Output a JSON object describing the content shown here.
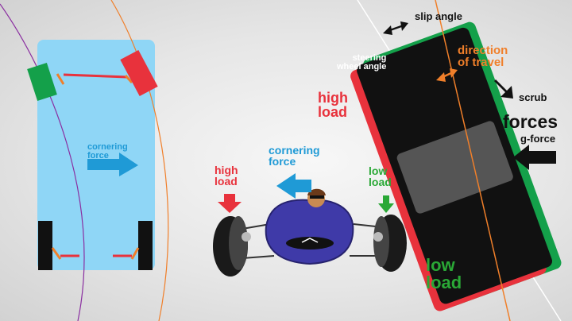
{
  "labels": {
    "slip_angle": "slip angle",
    "steering_wheel_angle": "steering\nwheel angle",
    "direction_of_travel": "direction\nof travel",
    "scrub": "scrub",
    "forces": "forces",
    "g_force": "g-force",
    "high_load_right": "high\nload",
    "low_load_right": "low\nload",
    "cornering_force_top": "cornering\nforce",
    "cornering_force_front": "cornering\nforce",
    "high_load_front": "high\nload",
    "low_load_front": "low\nload"
  },
  "colors": {
    "chassis_blue": "#8fd6f6",
    "tire_red": "#e8323c",
    "tire_green": "#14a04a",
    "label_blue": "#1f9ad6",
    "orange": "#f07f2a",
    "body_purple": "#3f3aa8"
  }
}
